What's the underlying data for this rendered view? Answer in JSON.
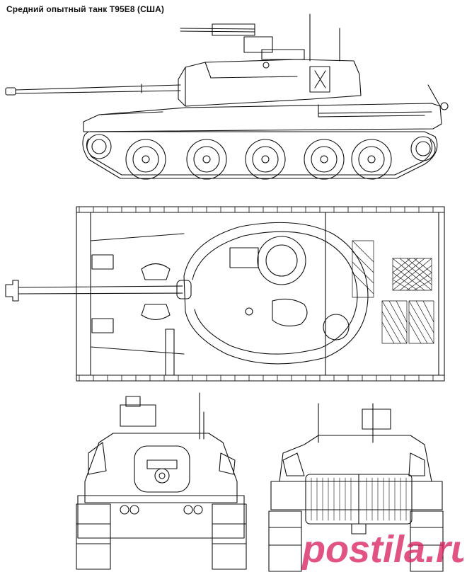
{
  "figure": {
    "title": "Средний опытный танк T95E8 (США)"
  },
  "views": [
    {
      "id": "side",
      "icon": "tank-side-view-drawing"
    },
    {
      "id": "top",
      "icon": "tank-top-view-drawing"
    },
    {
      "id": "front",
      "icon": "tank-front-view-drawing"
    },
    {
      "id": "rear",
      "icon": "tank-rear-view-drawing"
    }
  ],
  "watermark": {
    "text": "postila.ru",
    "color": "#d9235f"
  },
  "colors": {
    "line": "#111111",
    "background": "#ffffff"
  }
}
